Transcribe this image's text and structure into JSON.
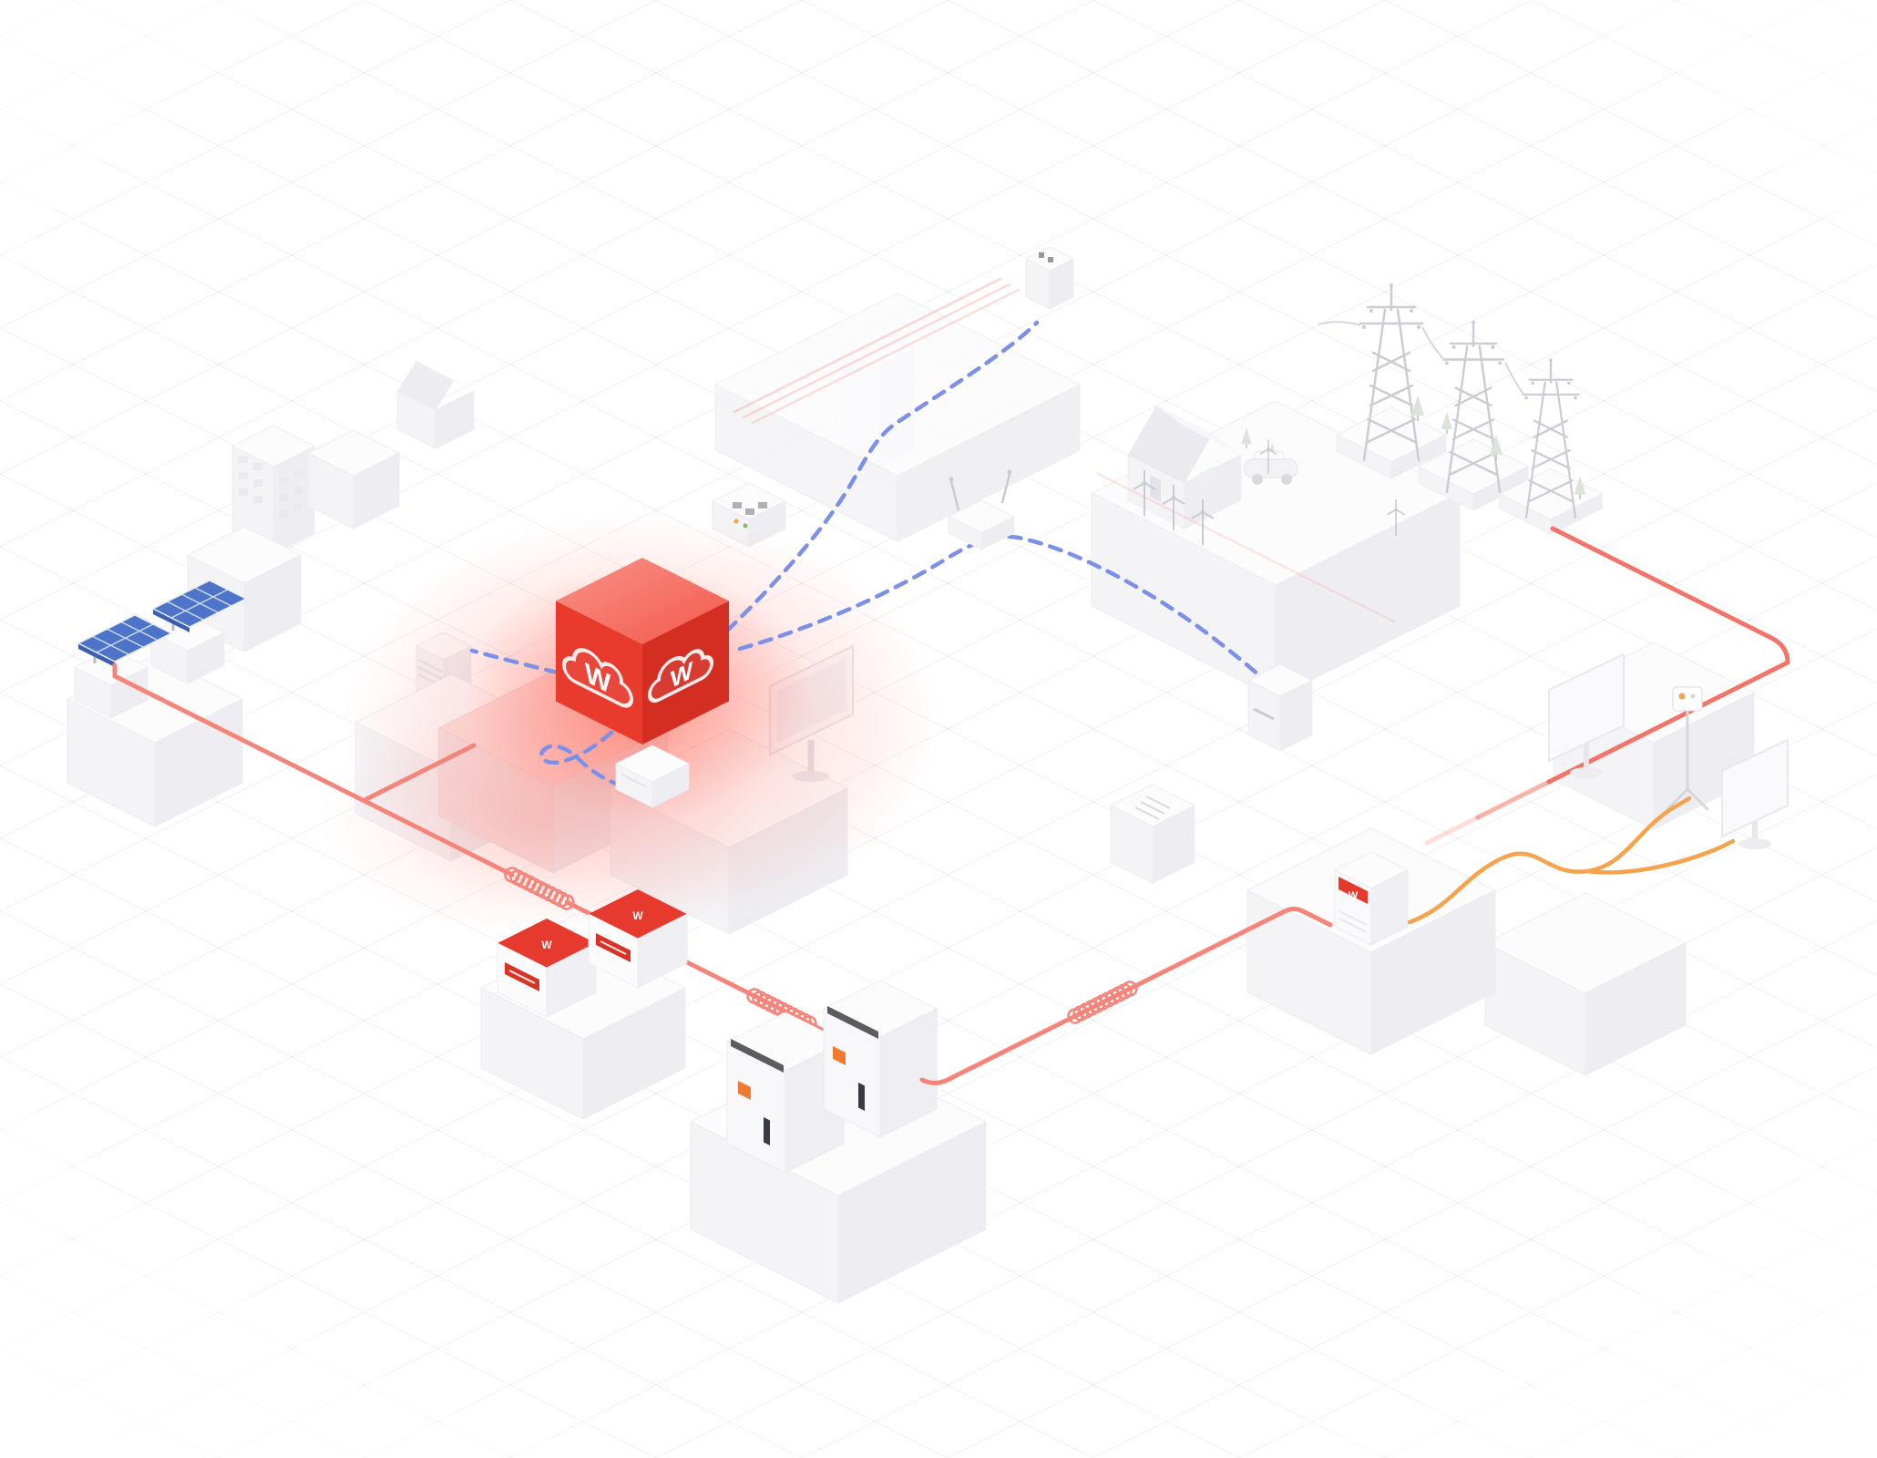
{
  "scene": {
    "logo_glyph": "W",
    "colors": {
      "background": "#ffffff",
      "grid": "#e7e7ee",
      "glow": "#ff4a38",
      "cube_top": "#f4584a",
      "cube_left": "#e83a2d",
      "cube_right": "#d42e23",
      "accent_red": "#e63a2e",
      "label_red": "#d93327",
      "power_line": "#f5857b",
      "power_line_deep": "#f2685c",
      "power_line_faint": "#f6b0a8",
      "data_line": "#7d90e8",
      "ev_line": "#f5a34c",
      "solar_blue": "#4d74c8",
      "solar_blue_dark": "#3b5fae",
      "structure": "#cbccd4",
      "cabinet_orange": "#f07b2e",
      "slot_dark": "#3a3a42"
    },
    "nodes": [
      {
        "id": "solar-array",
        "label": "solar-panels"
      },
      {
        "id": "energy-cloud",
        "label": "energy-cloud-cube"
      },
      {
        "id": "battery-module-1",
        "label": "battery-module"
      },
      {
        "id": "battery-module-2",
        "label": "battery-module"
      },
      {
        "id": "storage-cabinet-1",
        "label": "storage-cabinet"
      },
      {
        "id": "storage-cabinet-2",
        "label": "storage-cabinet"
      },
      {
        "id": "inverter",
        "label": "inverter"
      },
      {
        "id": "pylons",
        "label": "transmission-towers"
      },
      {
        "id": "house",
        "label": "house"
      },
      {
        "id": "router",
        "label": "gateway-router"
      },
      {
        "id": "wind-turbines",
        "label": "wind-turbines"
      },
      {
        "id": "ev-charge-point",
        "label": "ev-charge-point"
      },
      {
        "id": "displays",
        "label": "monitoring-displays"
      }
    ],
    "links": [
      {
        "id": "power-loop",
        "type": "power"
      },
      {
        "id": "grid-feed",
        "type": "power"
      },
      {
        "id": "data-links",
        "type": "data"
      },
      {
        "id": "ev-feed",
        "type": "power"
      }
    ]
  }
}
